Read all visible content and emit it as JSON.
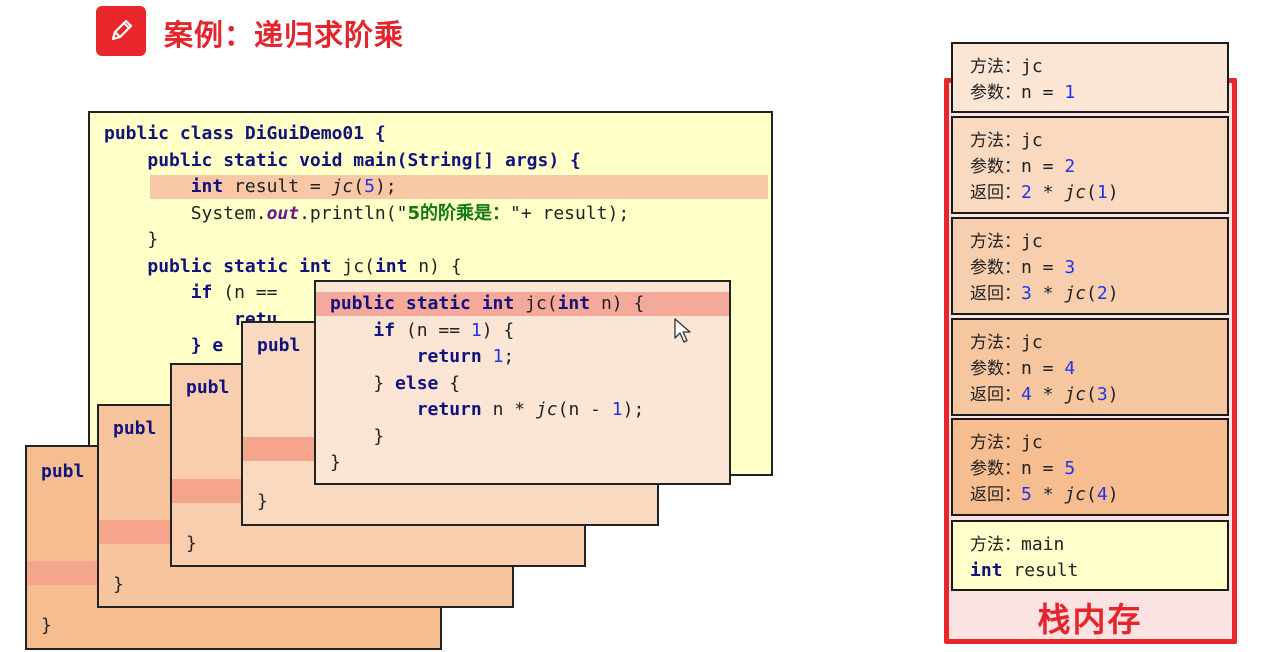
{
  "title": "案例：递归求阶乘",
  "main_code": {
    "line1": "public class DiGuiDemo01 {",
    "line2": "public static void main(String[] args) {",
    "line3a": "int",
    "line3b": " result = ",
    "line3c": "jc",
    "line3d": "(",
    "line3e": "5",
    "line3f": ");",
    "line4a": "System.",
    "line4b": "out",
    "line4c": ".println(\"",
    "line4d": "5的阶乘是：",
    "line4e": "\"+ result);",
    "line5": "}",
    "line6a": "public static int",
    "line6b": " jc(",
    "line6c": "int",
    "line6d": " n) {",
    "line7a": "if",
    "line7b": " (n ==",
    "line8": "retu",
    "line9": "} e"
  },
  "stacked_panels": {
    "publ_label": "publ",
    "publ_label_partial": "publ",
    "close_brace": "}"
  },
  "jc_code": {
    "l1a": "public static int",
    "l1b": " jc(",
    "l1c": "int",
    "l1d": " n) {",
    "l2a": "if",
    "l2b": " (n == ",
    "l2c": "1",
    "l2d": ") {",
    "l3a": "return",
    "l3b": " ",
    "l3c": "1",
    "l3d": ";",
    "l4a": "} ",
    "l4b": "else",
    "l4c": " {",
    "l5a": "return",
    "l5b": " n * ",
    "l5c": "jc",
    "l5d": "(n - ",
    "l5e": "1",
    "l5f": ");",
    "l6": "}",
    "l7": "}"
  },
  "stack_frames": [
    {
      "method_label": "方法：",
      "method": "jc",
      "param_label": "参数：",
      "param": "n = ",
      "param_val": "1"
    },
    {
      "method_label": "方法：",
      "method": "jc",
      "param_label": "参数：",
      "param": "n = ",
      "param_val": "2",
      "ret_label": "返回：",
      "ret_a": "2",
      "ret_b": " * ",
      "ret_c": "jc",
      "ret_d": "(",
      "ret_e": "1",
      "ret_f": ")"
    },
    {
      "method_label": "方法：",
      "method": "jc",
      "param_label": "参数：",
      "param": "n = ",
      "param_val": "3",
      "ret_label": "返回：",
      "ret_a": "3",
      "ret_b": " * ",
      "ret_c": "jc",
      "ret_d": "(",
      "ret_e": "2",
      "ret_f": ")"
    },
    {
      "method_label": "方法：",
      "method": "jc",
      "param_label": "参数：",
      "param": "n = ",
      "param_val": "4",
      "ret_label": "返回：",
      "ret_a": "4",
      "ret_b": " * ",
      "ret_c": "jc",
      "ret_d": "(",
      "ret_e": "3",
      "ret_f": ")"
    },
    {
      "method_label": "方法：",
      "method": "jc",
      "param_label": "参数：",
      "param": "n = ",
      "param_val": "5",
      "ret_label": "返回：",
      "ret_a": "5",
      "ret_b": " * ",
      "ret_c": "jc",
      "ret_d": "(",
      "ret_e": "4",
      "ret_f": ")"
    },
    {
      "method_label": "方法：",
      "method": "main",
      "var_kw": "int",
      "var_name": " result"
    }
  ],
  "stack_label": "栈内存",
  "colors": {
    "accent": "#e8262b",
    "main_panel_bg": "#ffffc8",
    "frame_bg_1": "#fbe6d6",
    "frame_bg_2": "#f9d9bf",
    "frame_bg_3": "#f8cfae",
    "frame_bg_4": "#f6c69f",
    "frame_bg_5": "#f5bd90",
    "frame_bg_main": "#ffffcc"
  }
}
